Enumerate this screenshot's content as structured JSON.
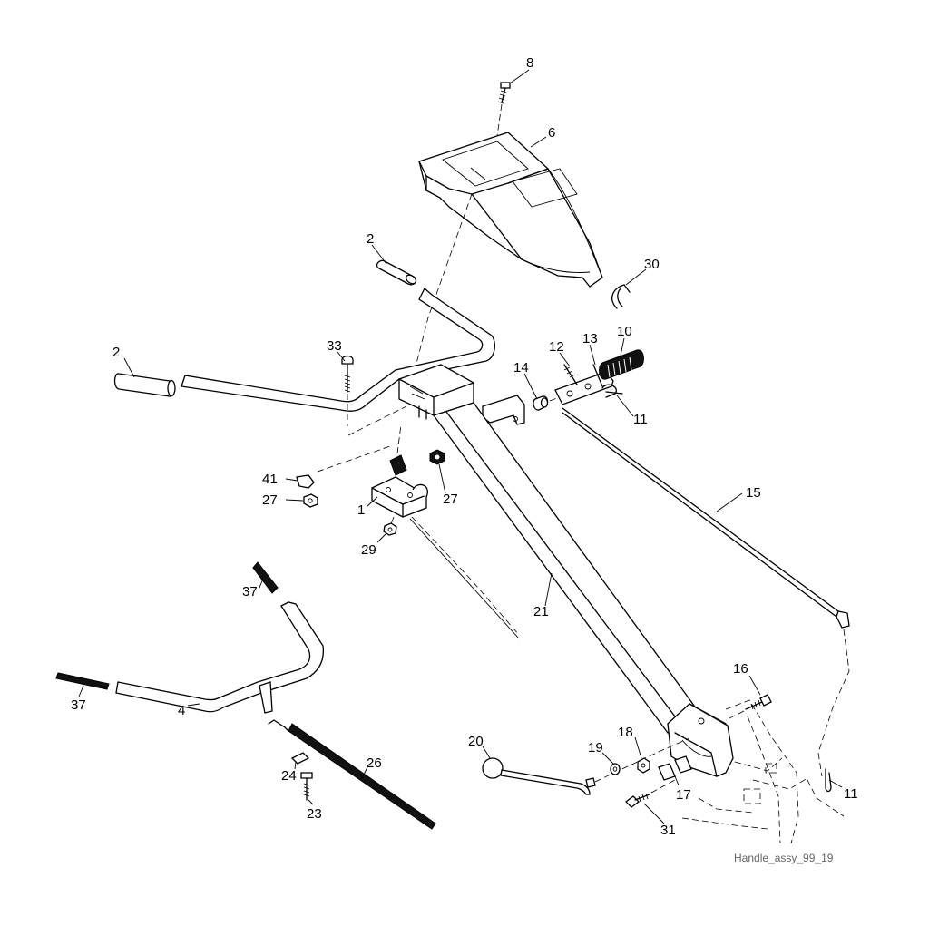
{
  "caption": "Handle_assy_99_19",
  "callouts": [
    {
      "id": "c8",
      "text": "8"
    },
    {
      "id": "c6",
      "text": "6"
    },
    {
      "id": "c2a",
      "text": "2"
    },
    {
      "id": "c30",
      "text": "30"
    },
    {
      "id": "c2b",
      "text": "2"
    },
    {
      "id": "c33",
      "text": "33"
    },
    {
      "id": "c12",
      "text": "12"
    },
    {
      "id": "c13",
      "text": "13"
    },
    {
      "id": "c10",
      "text": "10"
    },
    {
      "id": "c14",
      "text": "14"
    },
    {
      "id": "c11a",
      "text": "11"
    },
    {
      "id": "c41",
      "text": "41"
    },
    {
      "id": "c27a",
      "text": "27"
    },
    {
      "id": "c1",
      "text": "1"
    },
    {
      "id": "c27b",
      "text": "27"
    },
    {
      "id": "c29",
      "text": "29"
    },
    {
      "id": "c15",
      "text": "15"
    },
    {
      "id": "c37a",
      "text": "37"
    },
    {
      "id": "c21",
      "text": "21"
    },
    {
      "id": "c37b",
      "text": "37"
    },
    {
      "id": "c4",
      "text": "4"
    },
    {
      "id": "c16",
      "text": "16"
    },
    {
      "id": "c26",
      "text": "26"
    },
    {
      "id": "c20",
      "text": "20"
    },
    {
      "id": "c19",
      "text": "19"
    },
    {
      "id": "c18",
      "text": "18"
    },
    {
      "id": "c24",
      "text": "24"
    },
    {
      "id": "c17",
      "text": "17"
    },
    {
      "id": "c11b",
      "text": "11"
    },
    {
      "id": "c23",
      "text": "23"
    },
    {
      "id": "c31",
      "text": "31"
    }
  ]
}
